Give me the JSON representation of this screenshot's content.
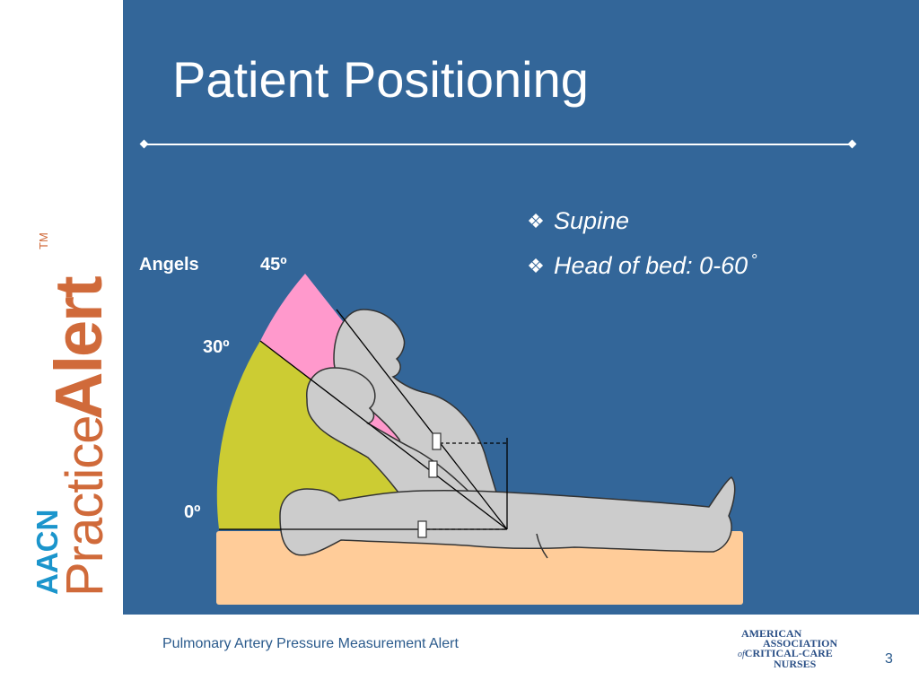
{
  "sidebar": {
    "logo_aacn": "AACN",
    "logo_practice": "Practice",
    "logo_alert": "Alert",
    "logo_tm": "TM"
  },
  "slide": {
    "title": "Patient Positioning",
    "bullets": [
      {
        "text": "Supine",
        "icon": "diamond-cluster-icon"
      },
      {
        "text": "Head of bed: 0-60",
        "icon": "diamond-cluster-icon",
        "suffix": "°"
      }
    ]
  },
  "diagram": {
    "label_angles": "Angels",
    "label_45": "45º",
    "label_30": "30º",
    "label_0": "0º"
  },
  "footer": {
    "text": "Pulmonary Artery Pressure Measurement Alert",
    "page_number": "3",
    "org_line1": "American",
    "org_line2": "Association",
    "org_of": "of",
    "org_line3": "Critical-Care",
    "org_line4": "Nurses"
  },
  "colors": {
    "background_main": "#336699",
    "bed": "#ffcc99",
    "wedge_pink": "#ff99cc",
    "wedge_yellow": "#cccc33",
    "body_gray": "#cccccc",
    "logo_orange": "#d06a3a",
    "logo_blue": "#1b95cc"
  }
}
